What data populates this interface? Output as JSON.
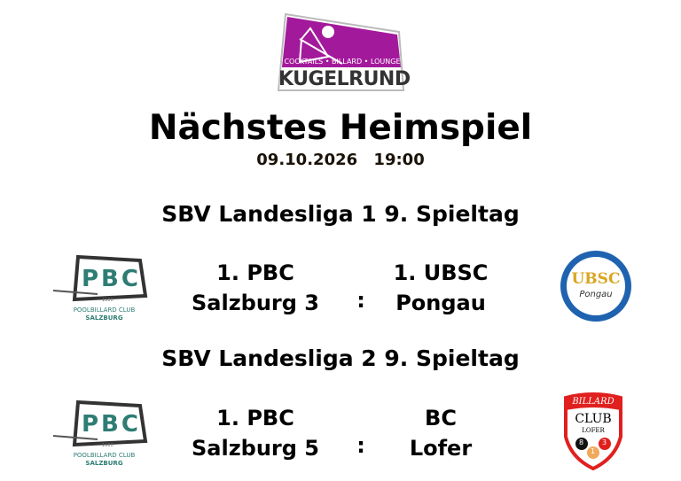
{
  "header": {
    "logo_tagline": "COCKTAILS • BILLARD • LOUNGE",
    "logo_name": "KUGELRUND",
    "title": "Nächstes Heimspiel",
    "date": "09.10.2026",
    "time": "19:00"
  },
  "matches": [
    {
      "league": "SBV Landesliga 1  9. Spieltag",
      "home": [
        "1. PBC",
        "Salzburg 3"
      ],
      "separator": ":",
      "away": [
        "1. UBSC",
        "Pongau"
      ],
      "home_logo": {
        "letters": "PBC",
        "year": "1980",
        "line1": "POOLBILLARD CLUB",
        "line2": "SALZBURG"
      },
      "away_logo": {
        "letters": "UBSC",
        "sub": "Pongau"
      }
    },
    {
      "league": "SBV Landesliga 2  9. Spieltag",
      "home": [
        "1. PBC",
        "Salzburg 5"
      ],
      "separator": ":",
      "away": [
        "BC",
        "Lofer"
      ],
      "home_logo": {
        "letters": "PBC",
        "year": "1980",
        "line1": "POOLBILLARD CLUB",
        "line2": "SALZBURG"
      },
      "away_logo": {
        "top": "BILLARD",
        "mid": "CLUB",
        "sub": "LOFER",
        "balls": [
          "8",
          "1",
          "3"
        ]
      }
    }
  ],
  "colors": {
    "purple": "#a3199b",
    "teal": "#2e7d74",
    "blue": "#1f63b0",
    "red": "#e0201e"
  }
}
